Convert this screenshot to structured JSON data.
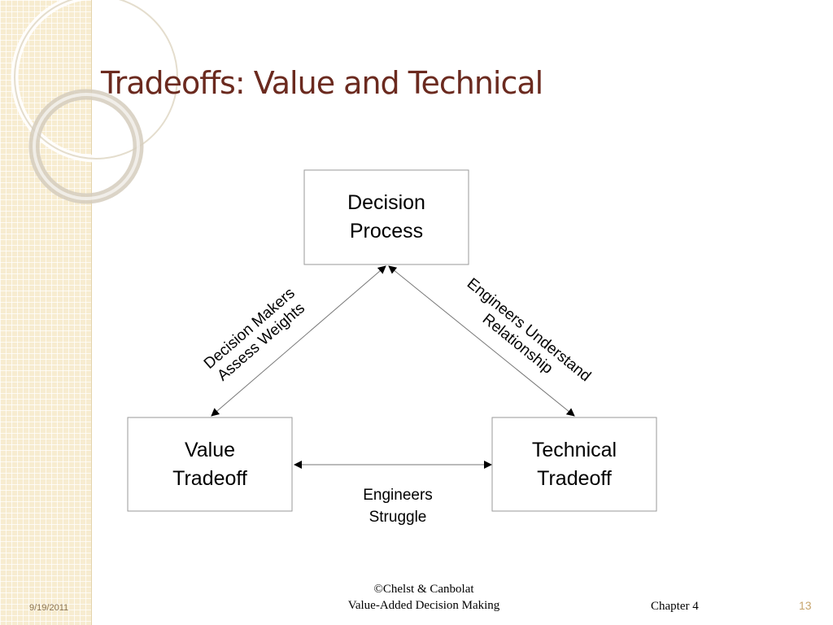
{
  "slide": {
    "title": "Tradeoffs: Value and Technical"
  },
  "diagram": {
    "nodes": {
      "decision_process": [
        "Decision",
        "Process"
      ],
      "value_tradeoff": [
        "Value",
        "Tradeoff"
      ],
      "technical_tradeoff": [
        "Technical",
        "Tradeoff"
      ]
    },
    "edges": {
      "left": [
        "Decision Makers",
        "Assess Weights"
      ],
      "right": [
        "Engineers Understand",
        "Relationship"
      ],
      "bottom": [
        "Engineers",
        "Struggle"
      ]
    }
  },
  "footer": {
    "date": "9/19/2011",
    "copyright_line1": "©Chelst & Canbolat",
    "copyright_line2": "Value-Added Decision Making",
    "chapter": "Chapter 4",
    "page": "13"
  },
  "colors": {
    "title": "#6b2a1f",
    "sidebar": "#f7ecd0",
    "box_border": "#9a9a9a"
  }
}
